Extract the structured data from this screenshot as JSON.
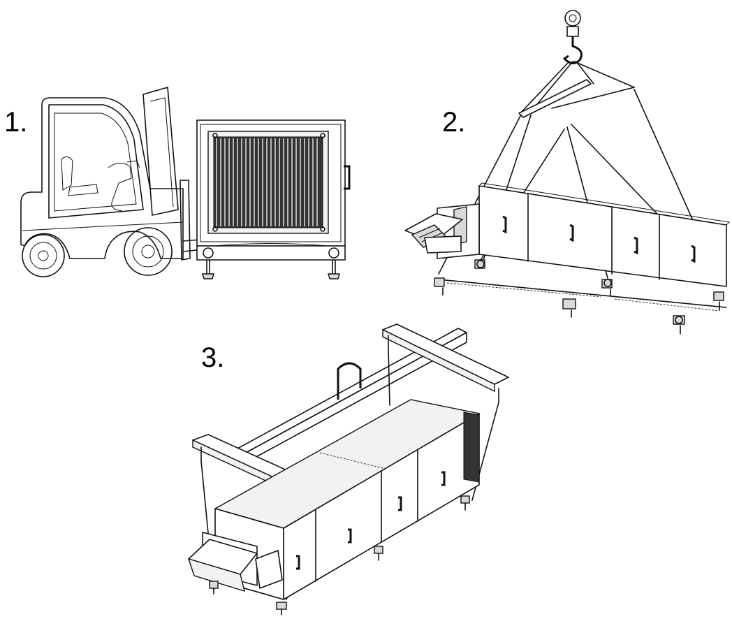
{
  "steps": [
    {
      "number": "1.",
      "illustration": "forklift-lifting-unit"
    },
    {
      "number": "2.",
      "illustration": "crane-hook-with-slings"
    },
    {
      "number": "3.",
      "illustration": "lifting-beam-with-spreaders"
    }
  ],
  "colors": {
    "line": "#111111",
    "background": "#ffffff",
    "coil": "#333333"
  }
}
